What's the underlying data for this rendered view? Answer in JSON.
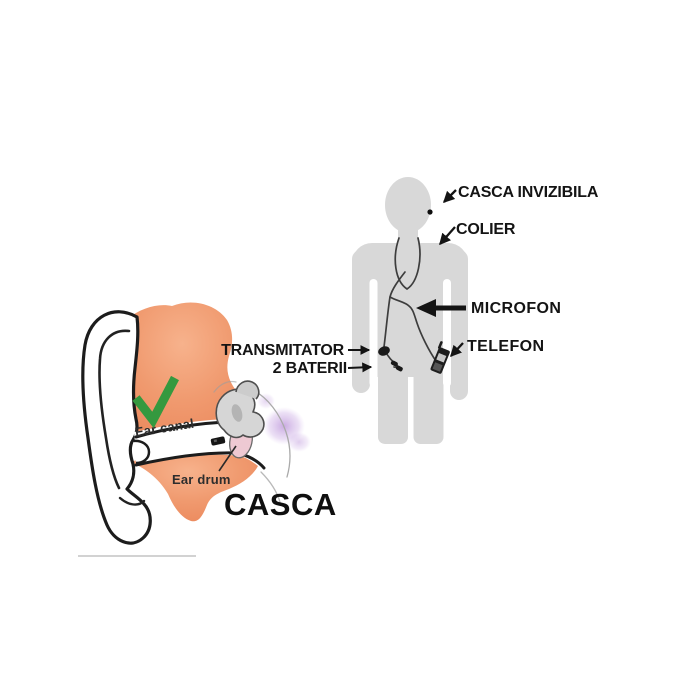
{
  "figure_diagram": {
    "labels": {
      "casca_invizibila": "CASCA INVIZIBILA",
      "colier": "COLIER",
      "microfon": "MICROFON",
      "telefon": "TELEFON",
      "transmitator": "TRANSMITATOR",
      "baterii": "2 BATERII"
    },
    "icons": {
      "person": "gray person silhouette",
      "earpiece_dot": "black dot on ear",
      "necklace_wire": "wire loop around neck",
      "phone": "mobile phone at hip",
      "transmitter": "small transmitter box",
      "batteries": "two small batteries"
    }
  },
  "ear_diagram": {
    "labels": {
      "ear_canal": "Ear canal",
      "ear_drum": "Ear drum"
    },
    "title": "CASCA",
    "icons": {
      "check": "green checkmark",
      "earpiece_in_canal": "black earpiece capsule"
    }
  },
  "colors": {
    "background": "#ffffff",
    "silhouette_gray": "#d8d8d8",
    "label_text": "#141414",
    "wire": "#3d3d3d",
    "ear_orange": "#ef9268",
    "check_green": "#35993f",
    "eardrum_pink": "#eec9d3",
    "inner_ear_purple": "#b893d8"
  }
}
